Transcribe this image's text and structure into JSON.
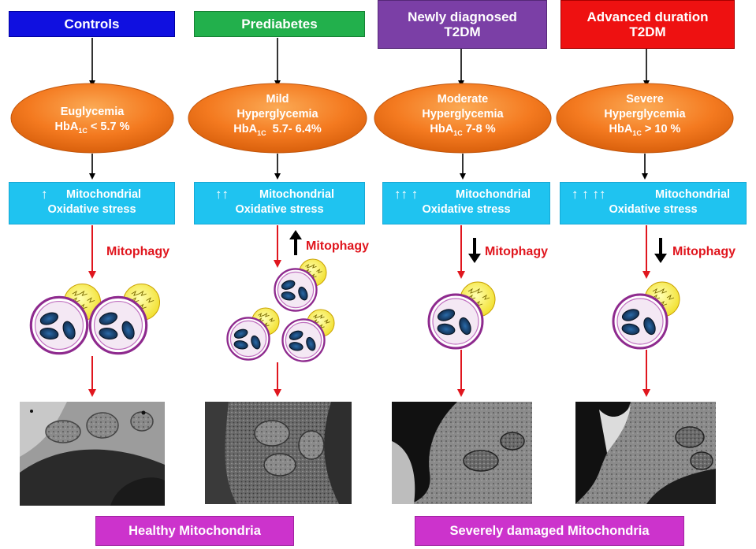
{
  "headers": [
    {
      "line1": "Controls",
      "line2": "",
      "color": "#1010e0"
    },
    {
      "line1": "Prediabetes",
      "line2": "",
      "color": "#22b04c"
    },
    {
      "line1": "Newly diagnosed",
      "line2": "T2DM",
      "color": "#7b3fa6"
    },
    {
      "line1": "Advanced duration",
      "line2": "T2DM",
      "color": "#ee1111"
    }
  ],
  "glycemia": [
    {
      "line1": "Euglycemia",
      "line2": "",
      "hba_prefix": "HbA",
      "hba_sub": "1C",
      "hba_suffix": " < 5.7 %"
    },
    {
      "line1": "Mild",
      "line2": "Hyperglycemia",
      "hba_prefix": "HbA",
      "hba_sub": "1C",
      "hba_suffix": "  5.7- 6.4%"
    },
    {
      "line1": "Moderate",
      "line2": "Hyperglycemia",
      "hba_prefix": "HbA",
      "hba_sub": "1C",
      "hba_suffix": " 7-8 %"
    },
    {
      "line1": "Severe",
      "line2": "Hyperglycemia",
      "hba_prefix": "HbA",
      "hba_sub": "1C",
      "hba_suffix": " > 10 %"
    }
  ],
  "oxidative": [
    {
      "arrows": "↑",
      "line1": "Mitochondrial",
      "line2": "Oxidative stress"
    },
    {
      "arrows": "↑↑",
      "line1": "Mitochondrial",
      "line2": "Oxidative stress"
    },
    {
      "arrows": "↑↑ ↑",
      "line1": "Mitochondrial",
      "line2": "Oxidative stress"
    },
    {
      "arrows": "↑ ↑ ↑↑",
      "line1": "Mitochondrial",
      "line2": "Oxidative stress"
    }
  ],
  "mitophagy_label": "Mitophagy",
  "mitophagy_direction": [
    "none",
    "up",
    "down",
    "down"
  ],
  "bottom_labels": {
    "healthy": "Healthy Mitochondria",
    "damaged": "Severely damaged Mitochondria"
  },
  "colors": {
    "ellipse": "#f47a20",
    "oxidative_box": "#1fc3f0",
    "red_arrow": "#e0161e",
    "bottom_box": "#cc33cc"
  }
}
